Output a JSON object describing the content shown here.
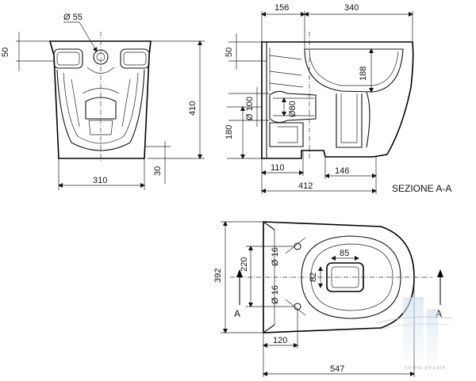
{
  "front_view": {
    "dia_55": "Ø 55",
    "dim_50": "50",
    "dim_410": "410",
    "dim_310": "310",
    "dim_30": "30"
  },
  "section_view": {
    "dim_156": "156",
    "dim_340": "340",
    "dim_50": "50",
    "dim_188": "188",
    "dia_100": "Ø 100",
    "dia_80": "Ø80",
    "dim_180": "180",
    "dim_110": "110",
    "dim_146": "146",
    "dim_412": "412",
    "title": "SEZIONE A-A"
  },
  "top_view": {
    "dim_392": "392",
    "dim_220": "220",
    "dia_16_top": "Ø 16",
    "dia_16_bottom": "Ø 16",
    "dim_85": "85",
    "dim_82": "82",
    "dim_120": "120",
    "dim_547": "547",
    "section_mark_left": "A",
    "section_mark_right": "A"
  },
  "watermark": {
    "text": "vernu  pesate"
  }
}
